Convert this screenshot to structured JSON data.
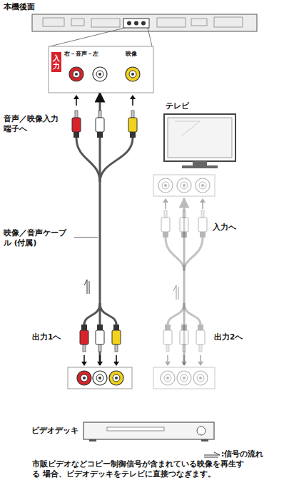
{
  "diagram": {
    "caption": "市販ビデオなどコピー制御信号が含まれている映像を再生する 場合、ビデオデッキをテレビに直接つなぎます。",
    "nodes": [
      {
        "text": [
          "本機後面"
        ]
      },
      {
        "text": [
          "入力",
          "右－音声－左",
          "映像"
        ]
      },
      {
        "text": [
          "テレビ"
        ]
      },
      {
        "text": [
          "ビデオデッキ"
        ]
      }
    ],
    "edges": [
      {
        "from": 3,
        "to": 1,
        "arrow": "to"
      },
      {
        "from": 3,
        "to": 2,
        "arrow": "to"
      }
    ],
    "labels": [
      "音声／映像入力 端子へ",
      "映像／音声ケーブル (付属)",
      "入力へ",
      "出力1へ",
      "出力2へ"
    ],
    "legend": [
      {
        "text": ":信号の流れ"
      }
    ]
  }
}
